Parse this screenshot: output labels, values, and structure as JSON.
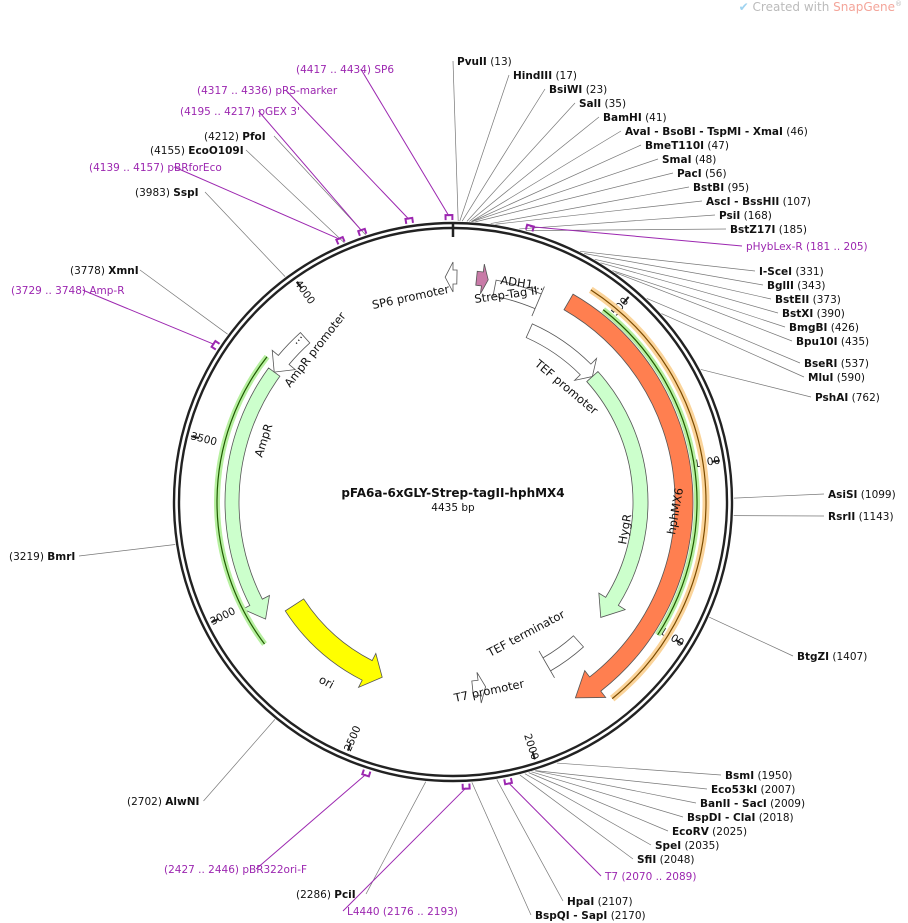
{
  "watermark": {
    "prefix": "Created with",
    "brand": "SnapGene",
    "mark": "®"
  },
  "plasmid": {
    "name": "pFA6a-6xGLY-Strep-tagII-hphMX4",
    "length": "4435 bp"
  },
  "tick_labels": [
    "500",
    "1000",
    "1500",
    "2000",
    "2500",
    "3000",
    "3500",
    "4000"
  ],
  "enzymes": [
    {
      "name": "PvuII",
      "pos": "(13)"
    },
    {
      "name": "HindIII",
      "pos": "(17)"
    },
    {
      "name": "BsiWI",
      "pos": "(23)"
    },
    {
      "name": "SalI",
      "pos": "(35)"
    },
    {
      "name": "BamHI",
      "pos": "(41)"
    },
    {
      "name": "AvaI  -  BsoBI  -  TspMI  -  XmaI",
      "pos": "(46)"
    },
    {
      "name": "BmeT110I",
      "pos": "(47)"
    },
    {
      "name": "SmaI",
      "pos": "(48)"
    },
    {
      "name": "PacI",
      "pos": "(56)"
    },
    {
      "name": "BstBI",
      "pos": "(95)"
    },
    {
      "name": "AscI  -  BssHII",
      "pos": "(107)"
    },
    {
      "name": "PsiI",
      "pos": "(168)"
    },
    {
      "name": "BstZ17I",
      "pos": "(185)"
    },
    {
      "name": "I-SceI",
      "pos": "(331)"
    },
    {
      "name": "BglII",
      "pos": "(343)"
    },
    {
      "name": "BstEII",
      "pos": "(373)"
    },
    {
      "name": "BstXI",
      "pos": "(390)"
    },
    {
      "name": "BmgBI",
      "pos": "(426)"
    },
    {
      "name": "Bpu10I",
      "pos": "(435)"
    },
    {
      "name": "BseRI",
      "pos": "(537)"
    },
    {
      "name": "MluI",
      "pos": "(590)"
    },
    {
      "name": "PshAI",
      "pos": "(762)"
    },
    {
      "name": "AsiSI",
      "pos": "(1099)"
    },
    {
      "name": "RsrII",
      "pos": "(1143)"
    },
    {
      "name": "BtgZI",
      "pos": "(1407)"
    },
    {
      "name": "BsmI",
      "pos": "(1950)"
    },
    {
      "name": "Eco53kI",
      "pos": "(2007)"
    },
    {
      "name": "BanII  -  SacI",
      "pos": "(2009)"
    },
    {
      "name": "BspDI  -  ClaI",
      "pos": "(2018)"
    },
    {
      "name": "EcoRV",
      "pos": "(2025)"
    },
    {
      "name": "SpeI",
      "pos": "(2035)"
    },
    {
      "name": "SfiI",
      "pos": "(2048)"
    },
    {
      "name": "HpaI",
      "pos": "(2107)"
    },
    {
      "name": "BspQI  -  SapI",
      "pos": "(2170)"
    },
    {
      "name": "PciI",
      "pos": "(2286)"
    },
    {
      "name": "AlwNI",
      "pos": "(2702)"
    },
    {
      "name": "BmrI",
      "pos": "(3219)"
    },
    {
      "name": "XmnI",
      "pos": "(3778)"
    },
    {
      "name": "SspI",
      "pos": "(3983)"
    },
    {
      "name": "EcoO109I",
      "pos": "(4155)"
    },
    {
      "name": "PfoI",
      "pos": "(4212)"
    }
  ],
  "primers": [
    {
      "name": "SP6",
      "range": "(4417 .. 4434)"
    },
    {
      "name": "pRS-marker",
      "range": "(4317 .. 4336)"
    },
    {
      "name": "pGEX 3'",
      "range": "(4195 .. 4217)"
    },
    {
      "name": "pBRforEco",
      "range": "(4139 .. 4157)"
    },
    {
      "name": "Amp-R",
      "range": "(3729 .. 3748)"
    },
    {
      "name": "pHybLex-R",
      "range": "(181 .. 205)"
    },
    {
      "name": "T7",
      "range": "(2070 .. 2089)"
    },
    {
      "name": "L4440",
      "range": "(2176 .. 2193)"
    },
    {
      "name": "pBR322ori-F",
      "range": "(2427 .. 2446)"
    }
  ],
  "features": {
    "sp6_promoter": "SP6 promoter",
    "adh1": "ADH1...",
    "strep_tag": "Strep-Tag II",
    "tef_promoter": "TEF promoter",
    "hygr": "HygR",
    "hphmx6": "hphMX6",
    "tef_terminator": "TEF terminator",
    "t7_promoter": "T7 promoter",
    "ori": "ori",
    "ampr": "AmpR",
    "ampr_promoter": "AmpR promoter",
    "ampr_promoter_ellipsis": "..."
  },
  "colors": {
    "backbone": "#222222",
    "enzyme_text": "#111111",
    "primer": "#9c27b0",
    "ori": "#ffff00",
    "hphmx6": "#ff7f50",
    "hygr": "#ccffcc",
    "ampr": "#ccffcc",
    "strand_green": "#2e8b00",
    "strand_orange": "#e8a020",
    "adh1_mark": "#c87aa7"
  }
}
